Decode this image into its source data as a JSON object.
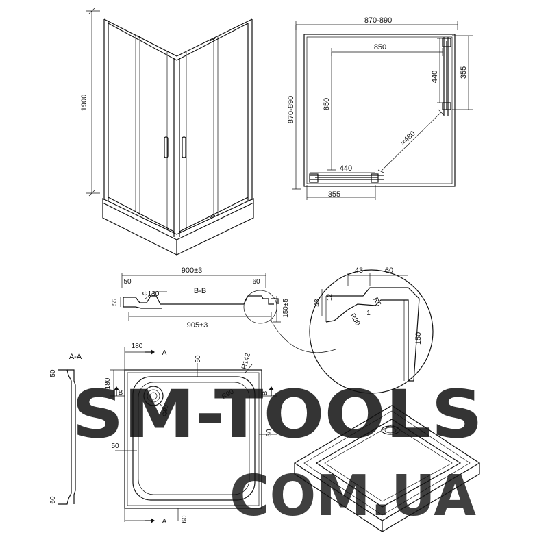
{
  "watermark": {
    "line1": "SM-TOOLS",
    "line2": "COM.UA",
    "accent": "#f2d3b0",
    "muted": "#e4e4e4"
  },
  "enclosure_3d": {
    "height": "1900"
  },
  "plan_view": {
    "width_range": "870-890",
    "inner_width": "850",
    "depth_range": "870-890",
    "inner_depth": "850",
    "door_offset_right": "355",
    "door_offset_bottom": "355",
    "door_width_right": "440",
    "door_width_bottom": "440",
    "diagonal": "≈480"
  },
  "section_bb": {
    "label": "B-B",
    "overall_width": "900±3",
    "base_width": "905±3",
    "left_flange": "50",
    "right_flange": "60",
    "left_height": "55",
    "drain": "Φ130",
    "right_height": "150±5"
  },
  "detail": {
    "dim_43": "43",
    "dim_60": "60",
    "dim_43v": "43",
    "dim_12": "12",
    "r6": "R6",
    "r30": "R30",
    "one": "1",
    "height": "150"
  },
  "top_view": {
    "label": "A-A",
    "offset_180_top": "180",
    "a_top": "A",
    "dim_50_top": "50",
    "r142": "R142",
    "offset_180_side": "180",
    "b_left": "B",
    "b_right": "B",
    "r90": "R90",
    "drain_dia": "Φ90",
    "dim_60_right": "60",
    "dim_50_left": "50",
    "dim_60_bottom": "60",
    "a_bottom": "A",
    "aa_top": "50",
    "aa_bottom": "60"
  }
}
